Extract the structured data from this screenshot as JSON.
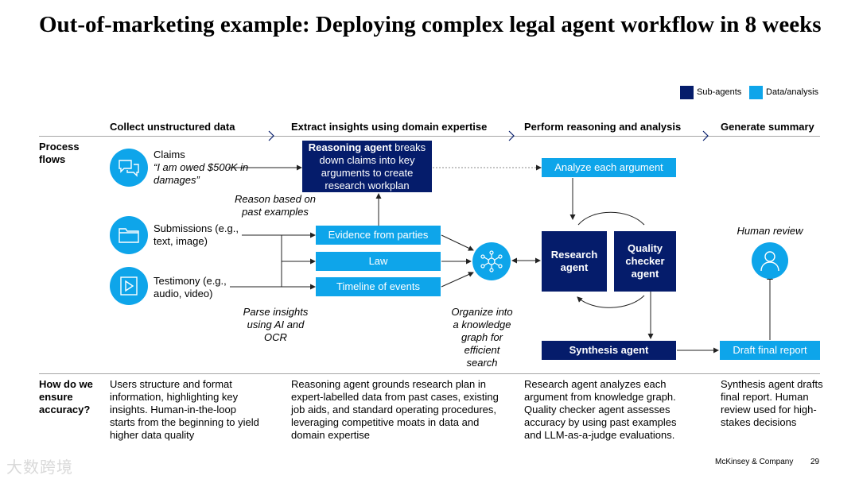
{
  "title": "Out-of-marketing example: Deploying complex legal agent workflow in 8 weeks",
  "legend": {
    "sub_agents": "Sub-agents",
    "data_analysis": "Data/analysis",
    "colors": {
      "sub_agents": "#051c6b",
      "data_analysis": "#0ea5ea"
    }
  },
  "stages": [
    "Collect unstructured data",
    "Extract insights using domain expertise",
    "Perform reasoning and analysis",
    "Generate summary"
  ],
  "rows": {
    "process": "Process flows",
    "accuracy": "How do we ensure accuracy?"
  },
  "inputs": {
    "claims_title": "Claims",
    "claims_quote": "“I am owed $500K in damages”",
    "submissions": "Submissions (e.g., text, image)",
    "testimony": "Testimony (e.g., audio, video)"
  },
  "reasoning_agent": {
    "bold": "Reasoning agent",
    "rest": " breaks down claims into key arguments to create research workplan"
  },
  "annotations": {
    "reason_based": "Reason based on past examples",
    "parse_insights": "Parse insights using AI and OCR",
    "organize": "Organize into a knowledge graph for efficient search",
    "human_review": "Human review"
  },
  "data_boxes": {
    "evidence": "Evidence from parties",
    "law": "Law",
    "timeline": "Timeline of events",
    "analyze": "Analyze each argument",
    "draft": "Draft final report"
  },
  "agents": {
    "research": "Research agent",
    "quality": "Quality checker agent",
    "synthesis": "Synthesis agent"
  },
  "accuracy_texts": [
    "Users structure and format information, highlighting key insights. Human-in-the-loop starts from the beginning to yield higher data quality",
    "Reasoning agent grounds research plan in expert-labelled data from past cases, existing job aids, and standard operating procedures, leveraging competitive moats in data and domain expertise",
    "Research agent analyzes each argument from knowledge graph. Quality checker agent assesses accuracy by using past examples and LLM-as-a-judge evaluations.",
    "Synthesis agent drafts final report. Human review used for high-stakes decisions"
  ],
  "footer": {
    "company": "McKinsey & Company",
    "page": "29"
  },
  "watermark": "大数跨境",
  "icons": {
    "claims": "chat-bubbles-icon",
    "submissions": "folder-icon",
    "testimony": "play-icon",
    "knowledge": "network-graph-icon",
    "human": "person-icon"
  }
}
